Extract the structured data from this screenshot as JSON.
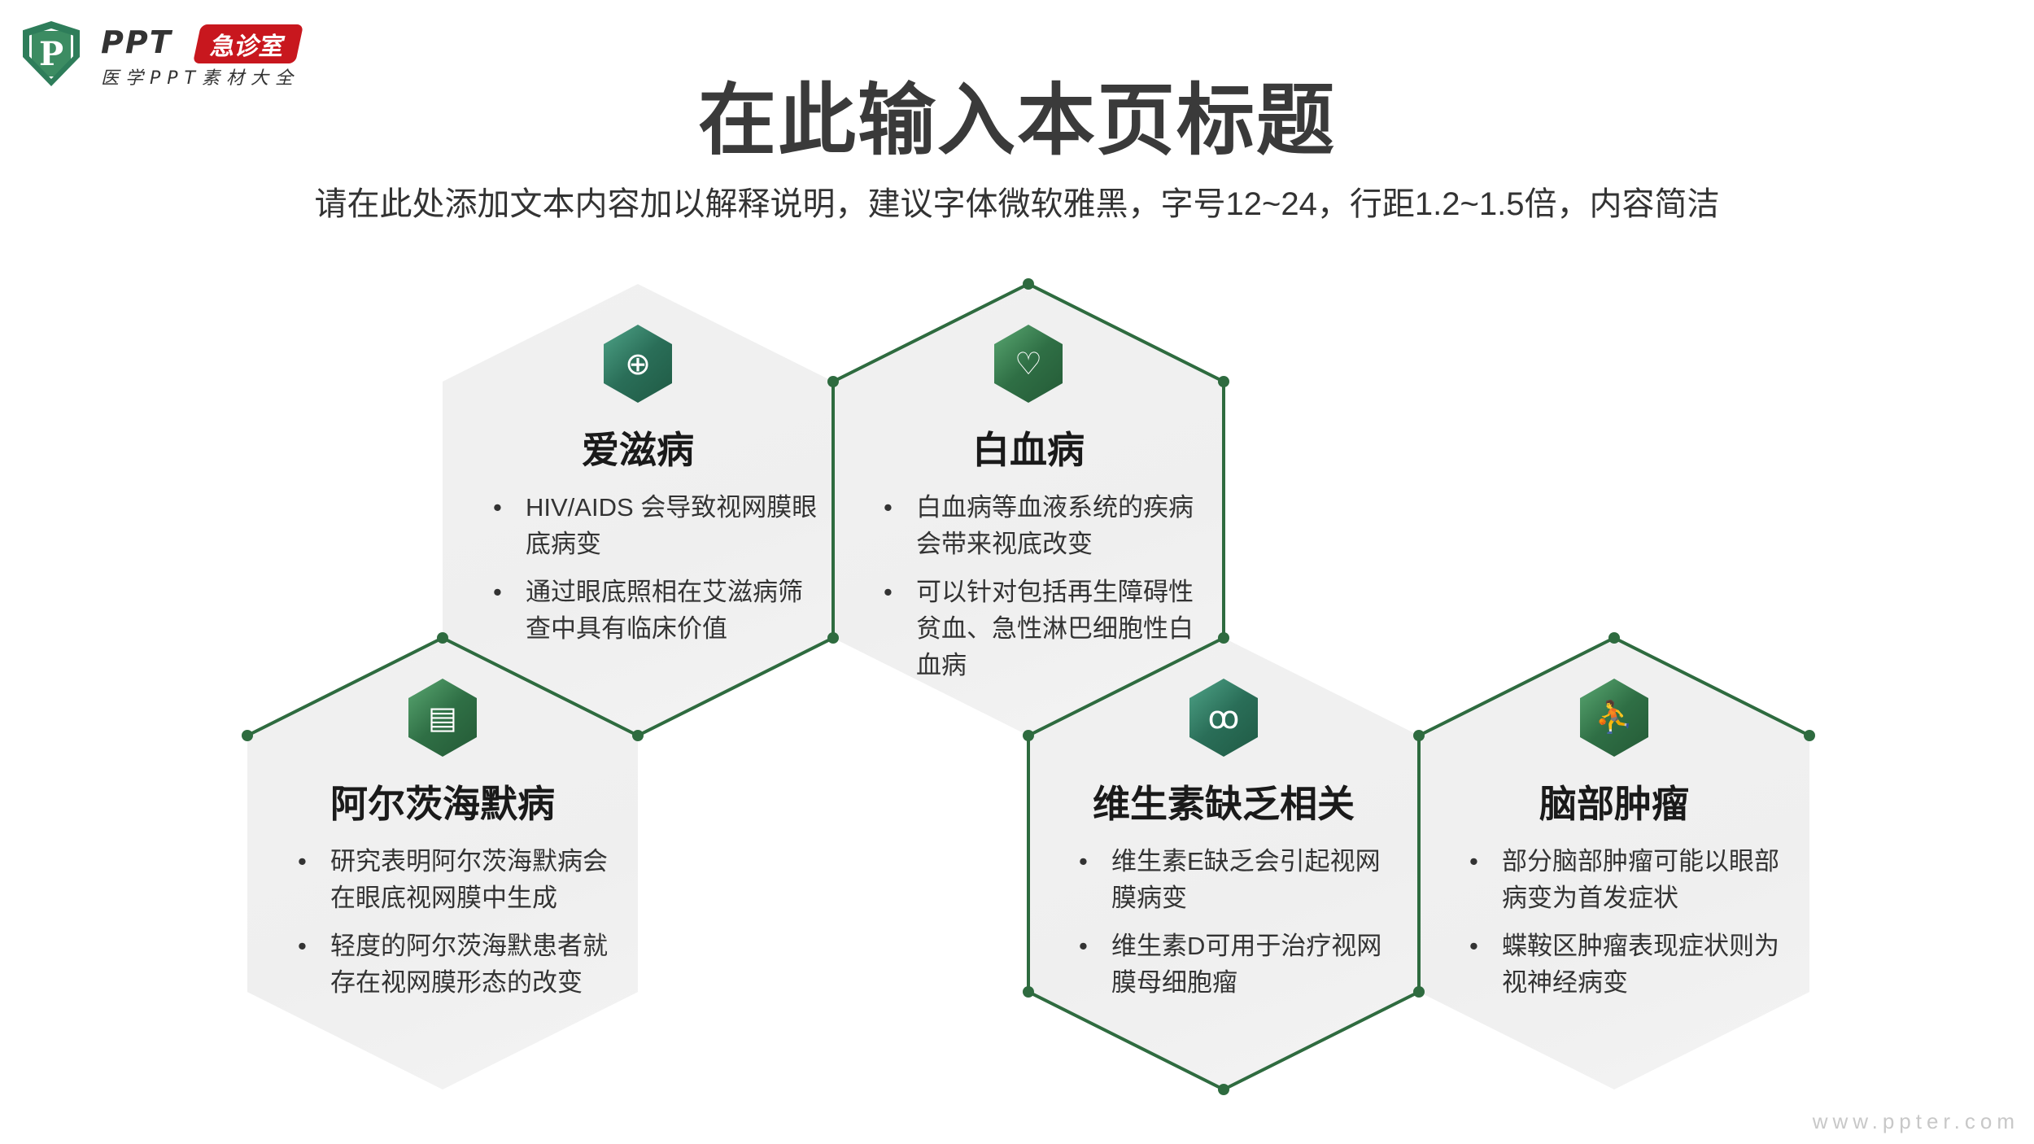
{
  "logo": {
    "brand": "PPT",
    "badge": "急诊室",
    "tagline": "医学PPT素材大全",
    "letter": "P"
  },
  "title": "在此输入本页标题",
  "subtitle": "请在此处添加文本内容加以解释说明，建议字体微软雅黑，字号12~24，行距1.2~1.5倍，内容简洁",
  "accent_color": "#2e6b3f",
  "cards": [
    {
      "title": "爱滋病",
      "icon": "medical-plus-icon",
      "bullets": [
        "HIV/AIDS 会导致视网膜眼底病变",
        "通过眼底照相在艾滋病筛查中具有临床价值"
      ]
    },
    {
      "title": "白血病",
      "icon": "heart-pulse-icon",
      "bullets": [
        "白血病等血液系统的疾病会带来视底改变",
        "可以针对包括再生障碍性贫血、急性淋巴细胞性白血病"
      ]
    },
    {
      "title": "阿尔茨海默病",
      "icon": "medical-record-icon",
      "bullets": [
        "研究表明阿尔茨海默病会在眼底视网膜中生成",
        "轻度的阿尔茨海默患者就存在视网膜形态的改变"
      ]
    },
    {
      "title": "维生素缺乏相关",
      "icon": "lungs-icon",
      "bullets": [
        "维生素E缺乏会引起视网膜病变",
        "维生素D可用于治疗视网膜母细胞瘤"
      ]
    },
    {
      "title": "脑部肿瘤",
      "icon": "treadmill-icon",
      "bullets": [
        "部分脑部肿瘤可能以眼部病变为首发症状",
        "蝶鞍区肿瘤表现症状则为视神经病变"
      ]
    }
  ],
  "watermark": "www.ppter.com"
}
